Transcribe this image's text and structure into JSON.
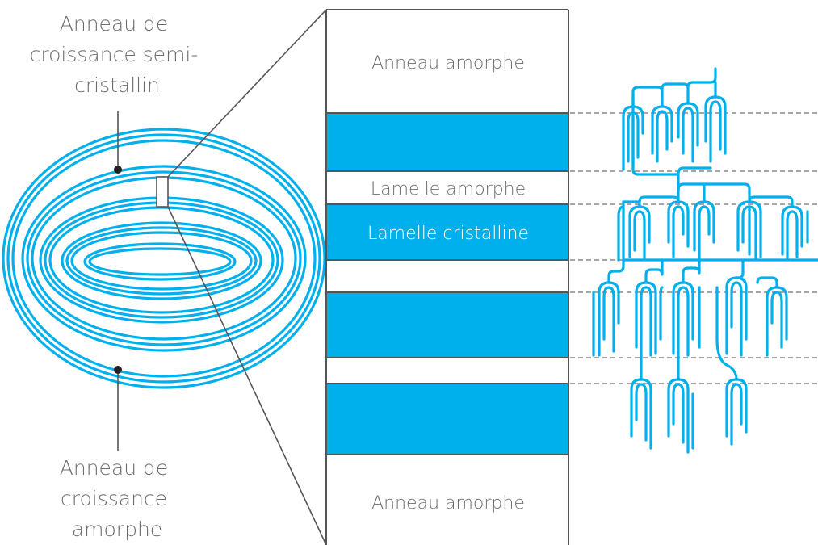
{
  "colors": {
    "accent": "#00b0ec",
    "text": "#6d6d6d",
    "line": "#555555",
    "dash": "#888888"
  },
  "labels": {
    "semi_crystalline_ring": [
      "Anneau de",
      "croissance semi-",
      "cristallin"
    ],
    "amorphous_ring": [
      "Anneau de",
      "croissance",
      "amorphe"
    ],
    "band_top": "Anneau amorphe",
    "band_amorphous_lamella": "Lamelle amorphe",
    "band_crystalline_lamella": "Lamelle cristalline",
    "band_bottom": "Anneau amorphe"
  },
  "icons": {
    "ring_marker": "filled-dot"
  }
}
